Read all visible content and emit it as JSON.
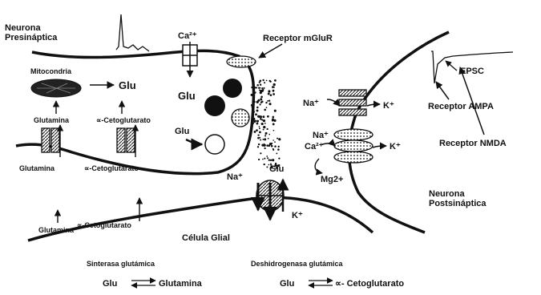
{
  "labels": {
    "presynaptic_line1": "Neurona",
    "presynaptic_line2": "Presináptica",
    "calcium_top": "Ca²⁺",
    "mglur": "Receptor mGluR",
    "mitochondria": "Mitocondria",
    "glu_mito": "Glu",
    "glu_vesicles": "Glu",
    "glutamina_upper": "Glutamina",
    "cetoglutarato_upper": "∝-Cetoglutarato",
    "glu_arrow": "Glu",
    "glutamina_lower": "Glutamina",
    "cetoglutarato_lower": "∝-Cetoglutarato",
    "na_transporter": "Na⁺",
    "glu_cleft": "Glu",
    "k_transporter": "K⁺",
    "na_ampa": "Na⁺",
    "k_ampa": "K⁺",
    "na_nmda": "Na⁺",
    "ca_nmda": "Ca²⁺",
    "k_nmda": "K⁺",
    "mg": "Mg2+",
    "epsc": "EPSC",
    "receptor_ampa": "Receptor AMPA",
    "receptor_nmda": "Receptor NMDA",
    "postsynaptic_line1": "Neurona",
    "postsynaptic_line2": "Postsináptica",
    "cetoglutarato_glia": "∝-Cetoglutarato",
    "glutamina_glia": "Glutamina",
    "glial_cell": "Célula Glial",
    "enzyme_synthetase": "Sinterasa glutámica",
    "enzyme_dehydrogenase": "Deshidrogenasa glutámica",
    "eq1_left": "Glu",
    "eq1_right": "Glutamina",
    "eq2_left": "Glu",
    "eq2_right": "∝- Cetoglutarato"
  }
}
